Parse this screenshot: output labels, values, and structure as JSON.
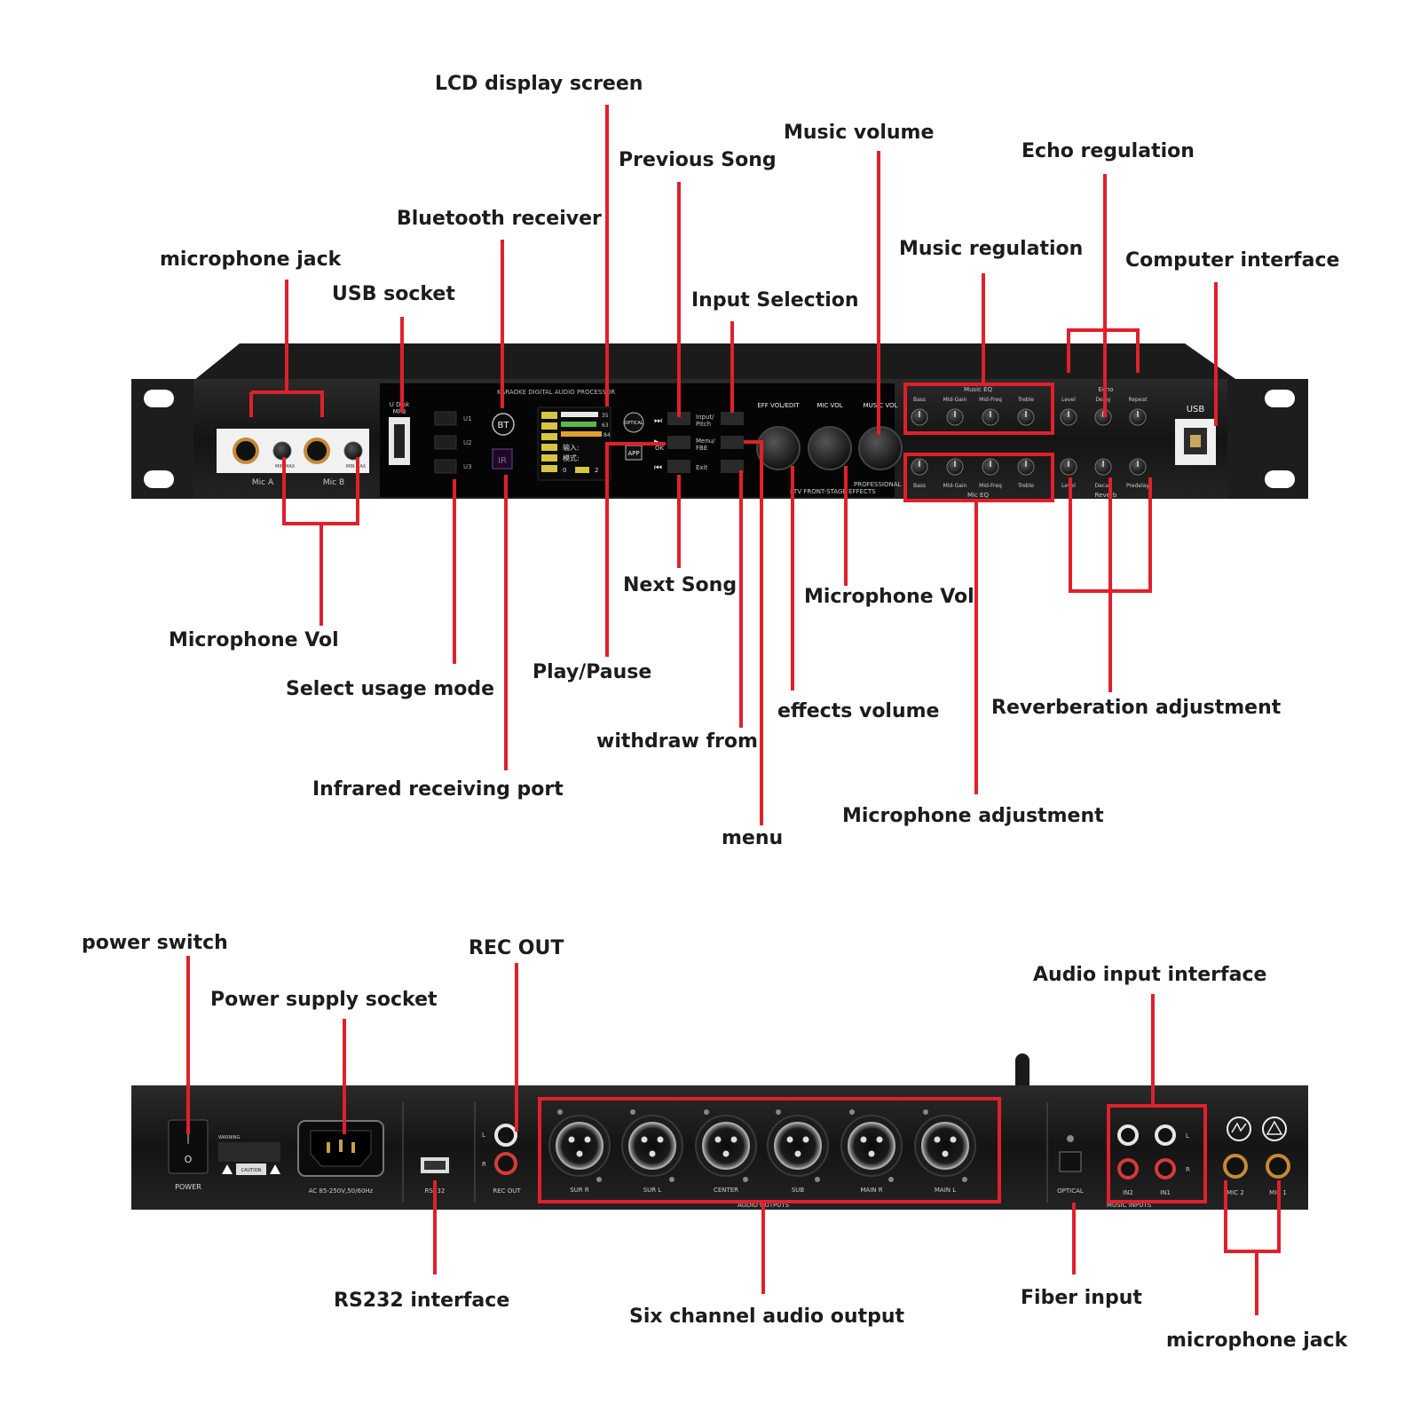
{
  "accent_color": "#e0202c",
  "front_panel": {
    "callouts": {
      "lcd_display_screen": "LCD display screen",
      "previous_song": "Previous Song",
      "music_volume": "Music volume",
      "echo_regulation": "Echo regulation",
      "bluetooth_receiver": "Bluetooth receiver",
      "music_regulation": "Music regulation",
      "microphone_jack": "microphone jack",
      "computer_interface": "Computer interface",
      "usb_socket": "USB socket",
      "input_selection": "Input Selection",
      "next_song": "Next Song",
      "microphone_vol_right": "Microphone Vol",
      "microphone_vol_left": "Microphone Vol",
      "play_pause": "Play/Pause",
      "select_usage_mode": "Select usage mode",
      "effects_volume": "effects volume",
      "reverberation_adjustment": "Reverberation adjustment",
      "withdraw_from": "withdraw from",
      "infrared_receiving_port": "Infrared receiving port",
      "microphone_adjustment": "Microphone adjustment",
      "menu": "menu"
    },
    "panel_text": {
      "mic_a": "Mic A",
      "mic_b": "Mic B",
      "min": "MIN",
      "max": "MAX",
      "u_disk": "U Disk",
      "mp3": "MP3",
      "u1": "U1",
      "u2": "U2",
      "u3": "U3",
      "processor_title": "KARAOKE DIGITAL AUDIO PROCESSOR",
      "bt": "BT",
      "ir": "IR",
      "lcd_values": [
        "35",
        "63",
        "84"
      ],
      "lcd_input": "输入:",
      "lcd_mode": "模式:",
      "lcd_zero": "0",
      "lcd_two": "2",
      "optical": "OPTICAL",
      "app": "APP",
      "input_pitch": [
        "Input/",
        "Pitch"
      ],
      "menu_fbe": [
        "Menu/",
        "FBE"
      ],
      "exit": "Exit",
      "ok": "OK",
      "eff_vol_edit": "EFF VOL/EDIT",
      "mic_vol": "MIC VOL",
      "music_vol": "MUSIC VOL",
      "professional": "PROFESSIONAL",
      "ktv_front_stage": "KTV FRONT-STAGE EFFECTS",
      "music_eq": "Music EQ",
      "mic_eq": "Mic EQ",
      "echo": "Echo",
      "reverb": "Reverb",
      "eq_labels": [
        "Bass",
        "Mid-Gain",
        "Mid-Freq",
        "Treble"
      ],
      "echo_labels": [
        "Level",
        "Delay",
        "Repeat"
      ],
      "reverb_labels": [
        "Level",
        "Decay",
        "Predelay"
      ],
      "usb": "USB"
    }
  },
  "rear_panel": {
    "callouts": {
      "power_switch": "power switch",
      "rec_out": "REC OUT",
      "audio_input_interface": "Audio input interface",
      "power_supply_socket": "Power supply socket",
      "rs232_interface": "RS232 interface",
      "six_channel_audio_output": "Six channel audio output",
      "fiber_input": "Fiber input",
      "microphone_jack": "microphone jack"
    },
    "panel_text": {
      "power": "POWER",
      "warning": "WARNING",
      "caution": "CAUTION",
      "ac_rating": "AC 85-250V,50/60Hz",
      "rs232": "RS232",
      "rec_out": "REC OUT",
      "l": "L",
      "r": "R",
      "outputs": [
        "SUR R",
        "SUR L",
        "CENTER",
        "SUB",
        "MAIN R",
        "MAIN L"
      ],
      "audio_outputs": "AUDIO OUTPUTS",
      "optical": "OPTICAL",
      "in2": "IN2",
      "in1": "IN1",
      "music_inputs": "MUSIC INPUTS",
      "mic2": "MIC 2",
      "mic1": "MIC 1"
    }
  }
}
